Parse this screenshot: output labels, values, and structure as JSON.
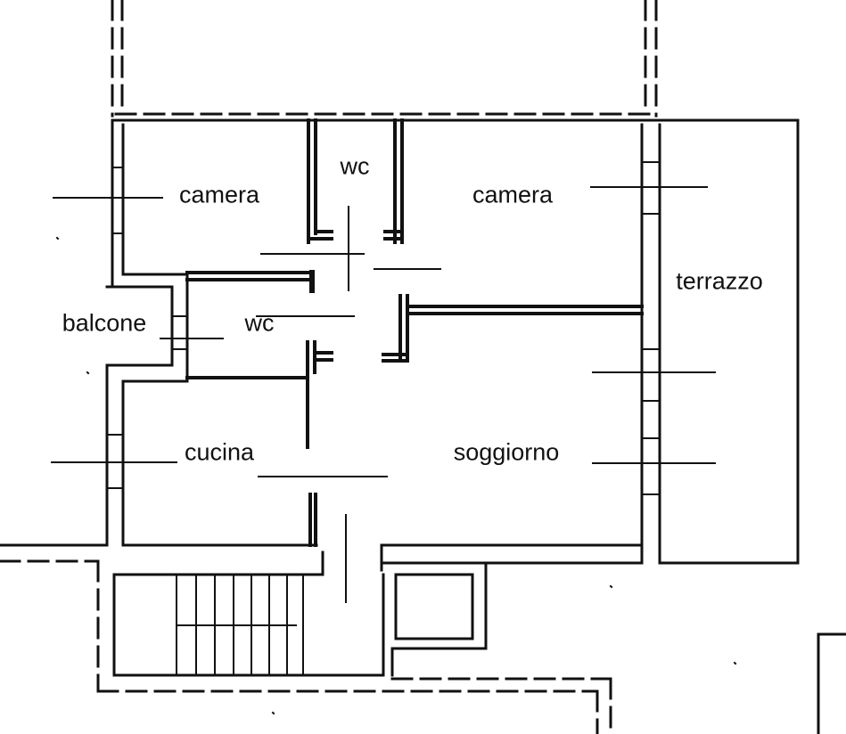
{
  "colors": {
    "ink": "#111111",
    "paper": "#ffffff"
  },
  "rooms": {
    "camera_left": "camera",
    "wc_top": "wc",
    "camera_right": "camera",
    "terrazzo": "terrazzo",
    "balcone": "balcone",
    "wc_mid": "wc",
    "cucina": "cucina",
    "soggiorno": "soggiorno"
  }
}
